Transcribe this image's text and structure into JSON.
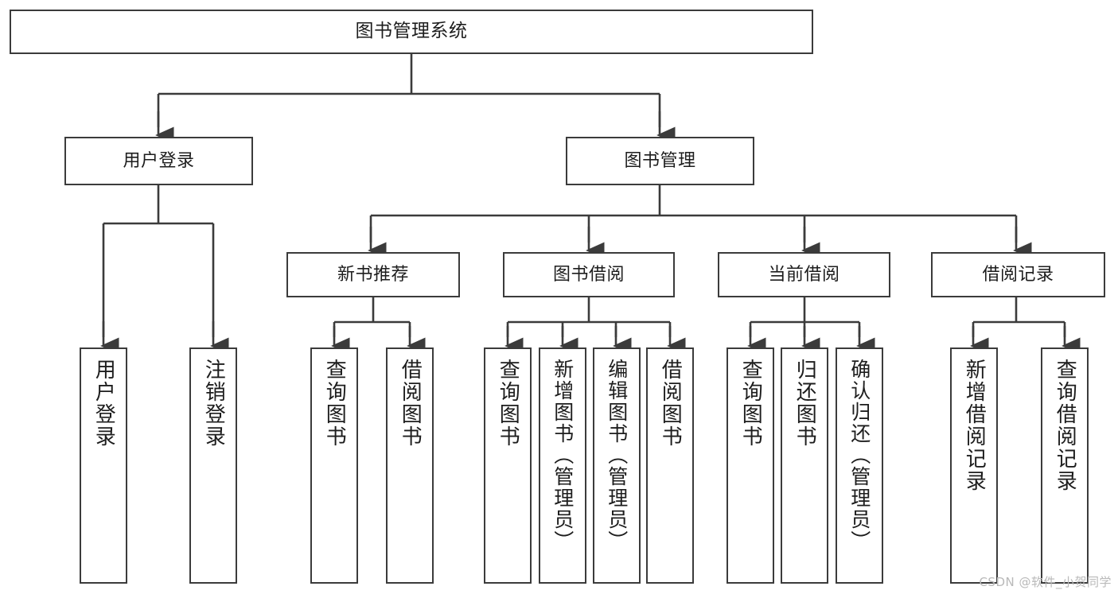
{
  "diagram": {
    "type": "hierarchy-tree",
    "title": "图书管理系统",
    "watermark": "CSDN @软件_小贺同学",
    "colors": {
      "stroke": "#3b3b3b",
      "fill": "#ffffff",
      "text": "#1d1d1d",
      "watermark": "#b9b9b9"
    },
    "nodes": {
      "root": {
        "label": "图书管理系统"
      },
      "level1": [
        {
          "label": "用户登录"
        },
        {
          "label": "图书管理"
        }
      ],
      "level2": [
        {
          "label": "新书推荐"
        },
        {
          "label": "图书借阅"
        },
        {
          "label": "当前借阅"
        },
        {
          "label": "借阅记录"
        }
      ],
      "leaves": {
        "user_login": [
          {
            "label": "用户登录"
          },
          {
            "label": "注销登录"
          }
        ],
        "new_book": [
          {
            "label": "查询图书"
          },
          {
            "label": "借阅图书"
          }
        ],
        "book_borrow": [
          {
            "label": "查询图书"
          },
          {
            "label": "新增图书（管理员）"
          },
          {
            "label": "编辑图书（管理员）"
          },
          {
            "label": "借阅图书"
          }
        ],
        "current_borrow": [
          {
            "label": "查询图书"
          },
          {
            "label": "归还图书"
          },
          {
            "label": "确认归还（管理员）"
          }
        ],
        "borrow_record": [
          {
            "label": "新增借阅记录"
          },
          {
            "label": "查询借阅记录"
          }
        ]
      }
    },
    "edges": [
      {
        "from": "图书管理系统",
        "to": "用户登录"
      },
      {
        "from": "图书管理系统",
        "to": "图书管理"
      },
      {
        "from": "用户登录",
        "to": "用户登录"
      },
      {
        "from": "用户登录",
        "to": "注销登录"
      },
      {
        "from": "图书管理",
        "to": "新书推荐"
      },
      {
        "from": "图书管理",
        "to": "图书借阅"
      },
      {
        "from": "图书管理",
        "to": "当前借阅"
      },
      {
        "from": "图书管理",
        "to": "借阅记录"
      },
      {
        "from": "新书推荐",
        "to": "查询图书"
      },
      {
        "from": "新书推荐",
        "to": "借阅图书"
      },
      {
        "from": "图书借阅",
        "to": "查询图书"
      },
      {
        "from": "图书借阅",
        "to": "新增图书（管理员）"
      },
      {
        "from": "图书借阅",
        "to": "编辑图书（管理员）"
      },
      {
        "from": "图书借阅",
        "to": "借阅图书"
      },
      {
        "from": "当前借阅",
        "to": "查询图书"
      },
      {
        "from": "当前借阅",
        "to": "归还图书"
      },
      {
        "from": "当前借阅",
        "to": "确认归还（管理员）"
      },
      {
        "from": "借阅记录",
        "to": "新增借阅记录"
      },
      {
        "from": "借阅记录",
        "to": "查询借阅记录"
      }
    ]
  }
}
